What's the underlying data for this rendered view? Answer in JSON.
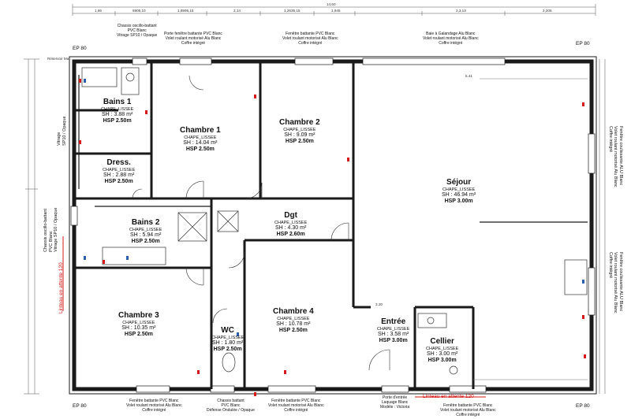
{
  "corner_labels": {
    "top_left": "EP 80",
    "top_right": "EP 80",
    "bottom_left": "EP 80",
    "bottom_right": "EP 80"
  },
  "top_dims": {
    "total": "14,60",
    "segments": [
      "1,66",
      "5905,10",
      "1,8995,15",
      "2,14",
      "1,2635,15",
      "1,945",
      "2,3,13",
      "2,205"
    ]
  },
  "rooms": {
    "bains1": {
      "name": "Bains 1",
      "chape": "CHAPE_LISSEE",
      "sh": "SH : 3.88 m²",
      "hsp": "HSP 2.50m"
    },
    "dress": {
      "name": "Dress.",
      "chape": "CHAPE_LISSEE",
      "sh": "SH : 2.88 m²",
      "hsp": "HSP 2.50m"
    },
    "chambre1": {
      "name": "Chambre 1",
      "chape": "CHAPE_LISSEE",
      "sh": "SH : 14.04 m²",
      "hsp": "HSP 2.50m"
    },
    "chambre2": {
      "name": "Chambre 2",
      "chape": "CHAPE_LISSEE",
      "sh": "SH : 9.09 m²",
      "hsp": "HSP 2.50m"
    },
    "sejour": {
      "name": "Séjour",
      "chape": "CHAPE_LISSEE",
      "sh": "SH : 46.94 m²",
      "hsp": "HSP 3.00m"
    },
    "bains2": {
      "name": "Bains 2",
      "chape": "CHAPE_LISSEE",
      "sh": "SH : 5.94 m²",
      "hsp": "HSP 2.50m"
    },
    "dgt": {
      "name": "Dgt",
      "chape": "CHAPE_LISSEE",
      "sh": "SH : 4.30 m²",
      "hsp": "HSP 2.60m"
    },
    "chambre3": {
      "name": "Chambre 3",
      "chape": "CHAPE_LISSEE",
      "sh": "SH : 10.35 m²",
      "hsp": "HSP 2.50m"
    },
    "chambre4": {
      "name": "Chambre 4",
      "chape": "CHAPE_LISSEE",
      "sh": "SH : 10.78 m²",
      "hsp": "HSP 2.50m"
    },
    "wc": {
      "name": "WC",
      "chape": "CHAPE_LISSEE",
      "sh": "SH : 1.80 m²",
      "hsp": "HSP 2.50m"
    },
    "entree": {
      "name": "Entrée",
      "chape": "CHAPE_LISSEE",
      "sh": "SH : 3.58 m²",
      "hsp": "HSP 3.00m"
    },
    "cellier": {
      "name": "Cellier",
      "chape": "CHAPE_LISSEE",
      "sh": "SH : 3.00 m²",
      "hsp": "HSP 3.00m"
    }
  },
  "openings_top": [
    {
      "l1": "Chassis oscillo-battant",
      "l2": "PVC Blanc",
      "l3": "Vitrage SP10 / Opaque"
    },
    {
      "l1": "Porte fenêtre battante PVC Blanc",
      "l2": "Volet roulant motorisé Alu Blanc",
      "l3": "Coffre intégré"
    },
    {
      "l1": "Fenêtre battante PVC Blanc",
      "l2": "Volet roulant motorisé Alu Blanc",
      "l3": "Coffre intégré"
    },
    {
      "l1": "Baie à Galandage Alu Blanc",
      "l2": "Volet roulant motorisé Alu Blanc",
      "l3": "Coffre intégré"
    }
  ],
  "openings_bottom": [
    {
      "l1": "Fenêtre battante PVC Blanc",
      "l2": "Volet roulant motorisé Alu Blanc",
      "l3": "Coffre intégré"
    },
    {
      "l1": "Chassis battant",
      "l2": "PVC Blanc",
      "l3": "Défense Ondulée / Opaque"
    },
    {
      "l1": "Fenêtre battante PVC Blanc",
      "l2": "Volet roulant motorisé Alu Blanc",
      "l3": "Coffre intégré"
    },
    {
      "l1": "Porte d'entrée",
      "l2": "Laquage Blanc",
      "l3": "Modèle : Victoria"
    },
    {
      "l1": "Fenêtre battante PVC Blanc",
      "l2": "Volet roulant motorisé Alu Blanc",
      "l3": "Coffre intégré"
    }
  ],
  "openings_right": {
    "l1": "Fenêtre coulissante ALU Blanc",
    "l2": "Volet roulant motorisé Alu Blanc",
    "l3": "Coffre intégré"
  },
  "openings_right2": {
    "l1": "Fenêtre coulissante ALU Blanc",
    "l2": "Volet roulant motorisé Alu Blanc",
    "l3": "Coffre intégré"
  },
  "opening_left": {
    "l1": "Chassis oscillo-battant",
    "l2": "PVC Blanc",
    "l3": "Vitrage SP10 / Opaque"
  },
  "left_box": {
    "l1": "Vitrage",
    "l2": "SP10 / Opaque"
  },
  "lintel_left": "Linteau en attente 120",
  "lintel_bottom": "Linteau en attente 120",
  "misc": {
    "reservoir": "Réservoir Mat.",
    "sejour_dim": "5.41",
    "entree_dim": "3.20"
  },
  "colors": {
    "wall": "#1a1a1a",
    "dim_line": "#555555",
    "red": "#d41a1a",
    "blue": "#2a5fb0"
  }
}
